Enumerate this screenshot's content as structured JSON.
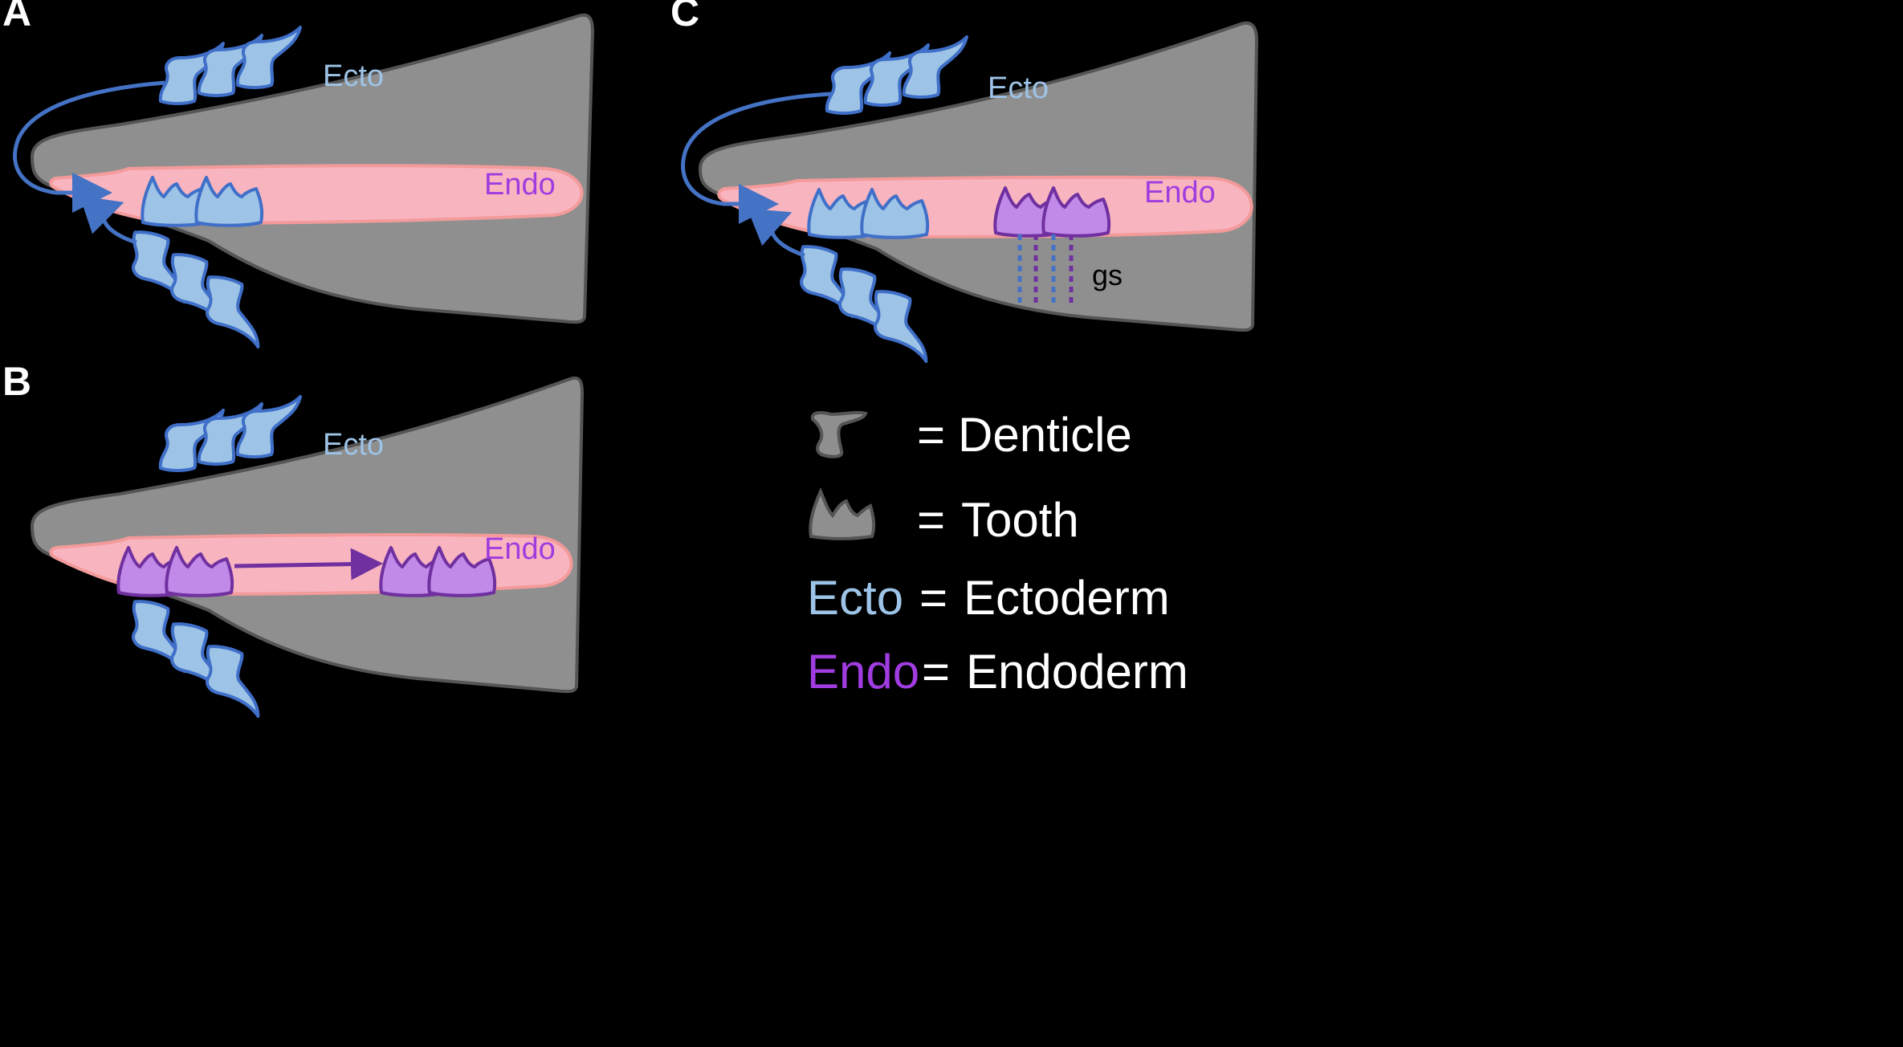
{
  "panels": {
    "a": {
      "letter": "A",
      "ecto_label": "Ecto",
      "endo_label": "Endo"
    },
    "b": {
      "letter": "B",
      "ecto_label": "Ecto",
      "endo_label": "Endo"
    },
    "c": {
      "letter": "C",
      "ecto_label": "Ecto",
      "endo_label": "Endo",
      "gs_label": "gs"
    }
  },
  "legend": {
    "denticle": {
      "eq": "=",
      "text": "Denticle"
    },
    "tooth": {
      "eq": "=",
      "text": "Tooth"
    },
    "ecto": {
      "key": "Ecto",
      "eq": "=",
      "text": "Ectoderm"
    },
    "endo": {
      "key": "Endo",
      "eq": "=",
      "text": "Endoderm"
    }
  },
  "colors": {
    "background": "#000000",
    "jaw_fill": "#8f8f8f",
    "endoderm_fill": "#f8b4bf",
    "ectoderm_blue": "#9dc3e6",
    "ecto_outline": "#3f6fc8",
    "endo_purple": "#c18ae8",
    "endo_outline": "#7030a0"
  }
}
